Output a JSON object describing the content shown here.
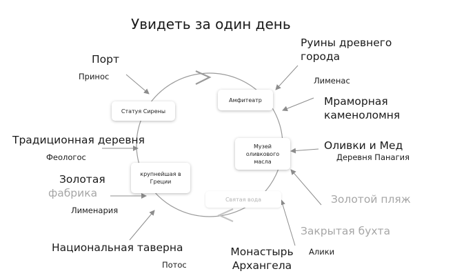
{
  "title": "Увидеть за один день",
  "boxes": {
    "statue": "Статуя Сирены",
    "amphitheater": "Амфитеатр",
    "olive_museum": "Музей оливкового масла",
    "largest": "крупнейшая в Греции",
    "holy_water": "Святая вода"
  },
  "labels": {
    "port": "Порт",
    "prinos": "Принос",
    "ruins": "Руины древнего города",
    "limenas": "Лименас",
    "marble": "Мраморная каменоломня",
    "olives": "Оливки и Мед",
    "panagia": "Деревня Панагия",
    "traditional": "Традиционная деревня",
    "theologos": "Феологос",
    "golden_factory_1": "Золотая",
    "golden_factory_2": "фабрика",
    "limenaria": "Лименария",
    "golden_beach": "Золотой пляж",
    "closed_bay": "Закрытая бухта",
    "national_tavern": "Национальная таверна",
    "potos": "Потос",
    "monastery": "Монастырь Архангела",
    "aliki": "Алики"
  },
  "colors": {
    "text": "#1a1a1a",
    "faded": "#a6a6a6",
    "arrow": "#8c8c8c",
    "circle": "#9a9a9a"
  }
}
